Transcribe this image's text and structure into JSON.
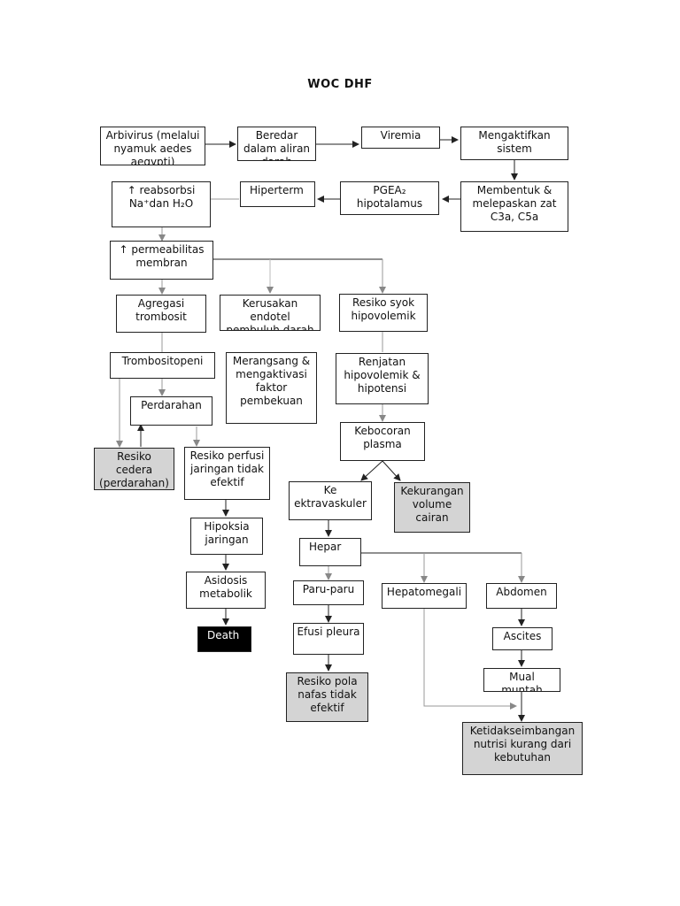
{
  "title": "WOC DHF",
  "nodes": {
    "arbivirus": "Arbivirus (melalui nyamuk aedes aegypti)",
    "beredar": "Beredar dalam aliran darah",
    "viremia": "Viremia",
    "mengaktifkan": "Mengaktifkan sistem",
    "reabsorbsi": "↑ reabsorbsi Na⁺dan H₂O",
    "hiperterm": "Hiperterm",
    "pgea": "PGEA₂ hipotalamus",
    "membentuk": "Membentuk & melepaskan zat C3a, C5a",
    "permeabilitas": "↑ permeabilitas membran",
    "agregasi": "Agregasi trombosit",
    "kerusakan": "Kerusakan endotel pembuluh darah",
    "resiko_syok": "Resiko syok hipovolemik",
    "trombositopeni": "Trombositopeni",
    "merangsang": "Merangsang & mengaktivasi faktor pembekuan",
    "renjatan": "Renjatan hipovolemik & hipotensi",
    "perdarahan": "Perdarahan",
    "kebocoran": "Kebocoran plasma",
    "resiko_cedera": "Resiko cedera (perdarahan)",
    "resiko_perfusi": "Resiko perfusi jaringan tidak efektif",
    "ke_ekstravaskuler": "Ke ektravaskuler",
    "kekurangan": "Kekurangan volume cairan",
    "hipoksia": "Hipoksia jaringan",
    "hepar": "Hepar",
    "asidosis": "Asidosis metabolik",
    "paru": "Paru-paru",
    "hepatomegali": "Hepatomegali",
    "abdomen": "Abdomen",
    "death": "Death",
    "efusi": "Efusi pleura",
    "ascites": "Ascites",
    "mual": "Mual muntah",
    "resiko_pola": "Resiko pola nafas tidak efektif",
    "ketidakseimbangan": "Ketidakseimbangan nutrisi kurang dari kebutuhan"
  },
  "colors": {
    "shaded": "#d4d4d4",
    "death": "#000000",
    "line": "#222222"
  }
}
